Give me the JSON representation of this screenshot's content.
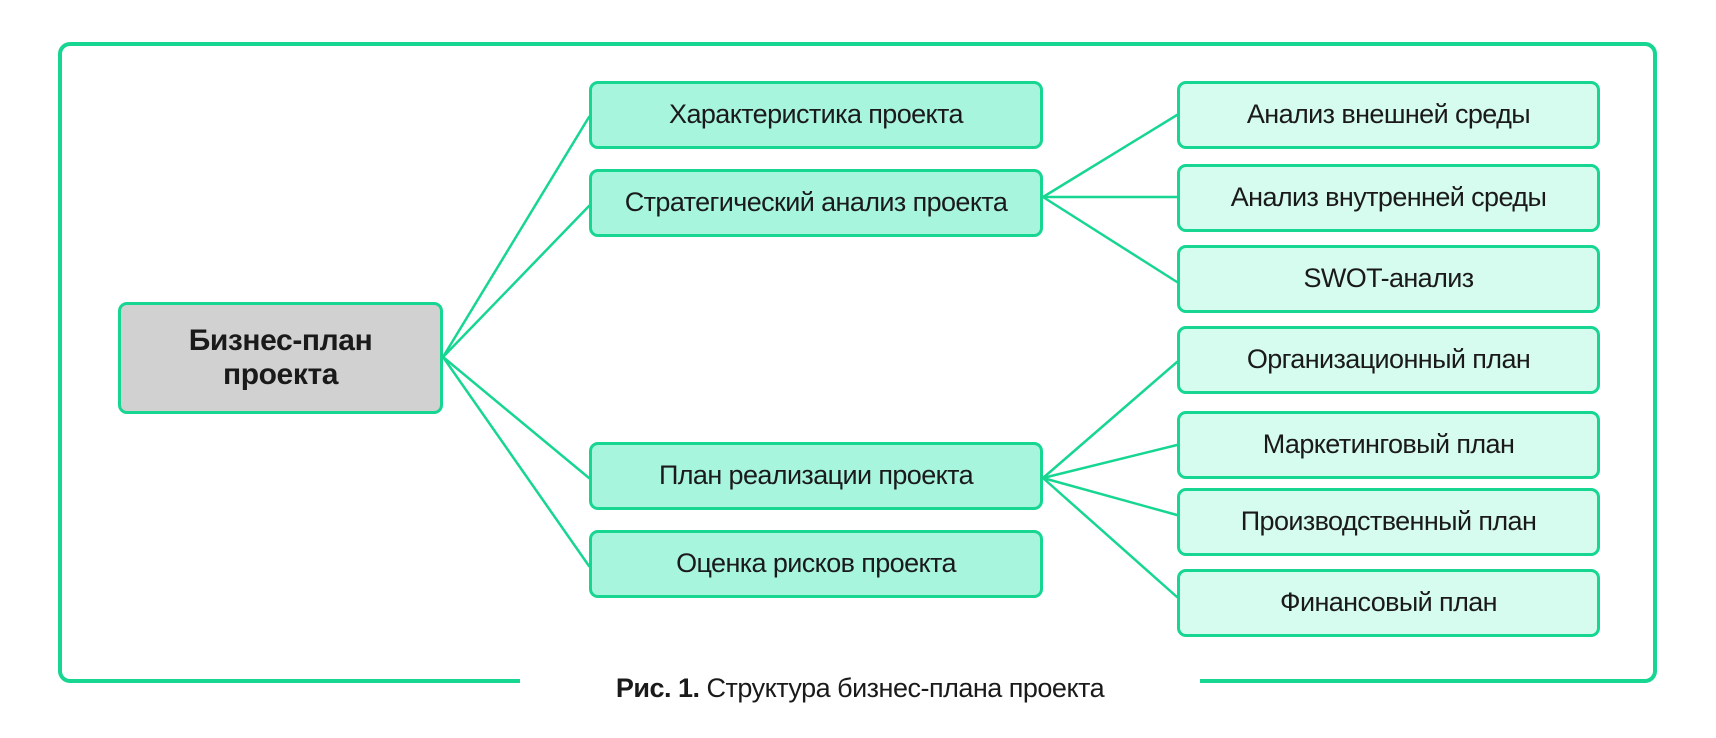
{
  "diagram": {
    "root": {
      "label": "Бизнес-план проекта"
    },
    "sections": [
      {
        "label": "Характеристика проекта"
      },
      {
        "label": "Стратегический анализ проекта"
      },
      {
        "label": "План реализации проекта"
      },
      {
        "label": "Оценка рисков проекта"
      }
    ],
    "strategic_children": [
      {
        "label": "Анализ внешней среды"
      },
      {
        "label": "Анализ внутренней среды"
      },
      {
        "label": "SWOT-анализ"
      }
    ],
    "implementation_children": [
      {
        "label": "Организационный план"
      },
      {
        "label": "Маркетинговый план"
      },
      {
        "label": "Производственный план"
      },
      {
        "label": "Финансовый план"
      }
    ]
  },
  "caption": {
    "label": "Рис. 1.",
    "text": "Структура бизнес-плана проекта"
  },
  "colors": {
    "border": "#17d692",
    "level1_fill": "#a7f5dd",
    "level2_fill": "#d6fbef",
    "root_fill": "#d1d1d1"
  }
}
